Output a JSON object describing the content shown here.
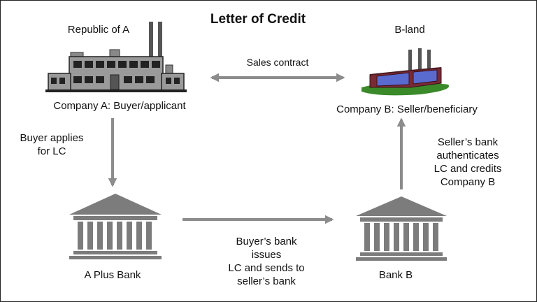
{
  "title": "Letter of Credit",
  "parties": {
    "country_a": "Republic of A",
    "country_b": "B-land",
    "company_a": "Company A: Buyer/applicant",
    "company_b": "Company B: Seller/beneficiary",
    "bank_a": "A Plus Bank",
    "bank_b": "Bank B"
  },
  "flows": {
    "sales_contract": "Sales contract",
    "buyer_applies": [
      "Buyer applies",
      "for LC"
    ],
    "buyer_bank_issues": [
      "Buyer’s bank",
      "issues",
      "LC and sends to",
      "seller’s bank"
    ],
    "seller_bank": [
      "Seller’s bank",
      "authenticates",
      "LC and credits",
      "Company B"
    ]
  },
  "colors": {
    "arrow": "#8c8c8c",
    "bank": "#7c7c7c",
    "factory_b_roof": "#7a2a35",
    "factory_b_glass": "#5a6bd0",
    "ground": "#3a8a2a"
  },
  "icons": {
    "company_a": "factory-icon",
    "company_b": "factory-icon",
    "bank_a": "bank-building-icon",
    "bank_b": "bank-building-icon"
  }
}
